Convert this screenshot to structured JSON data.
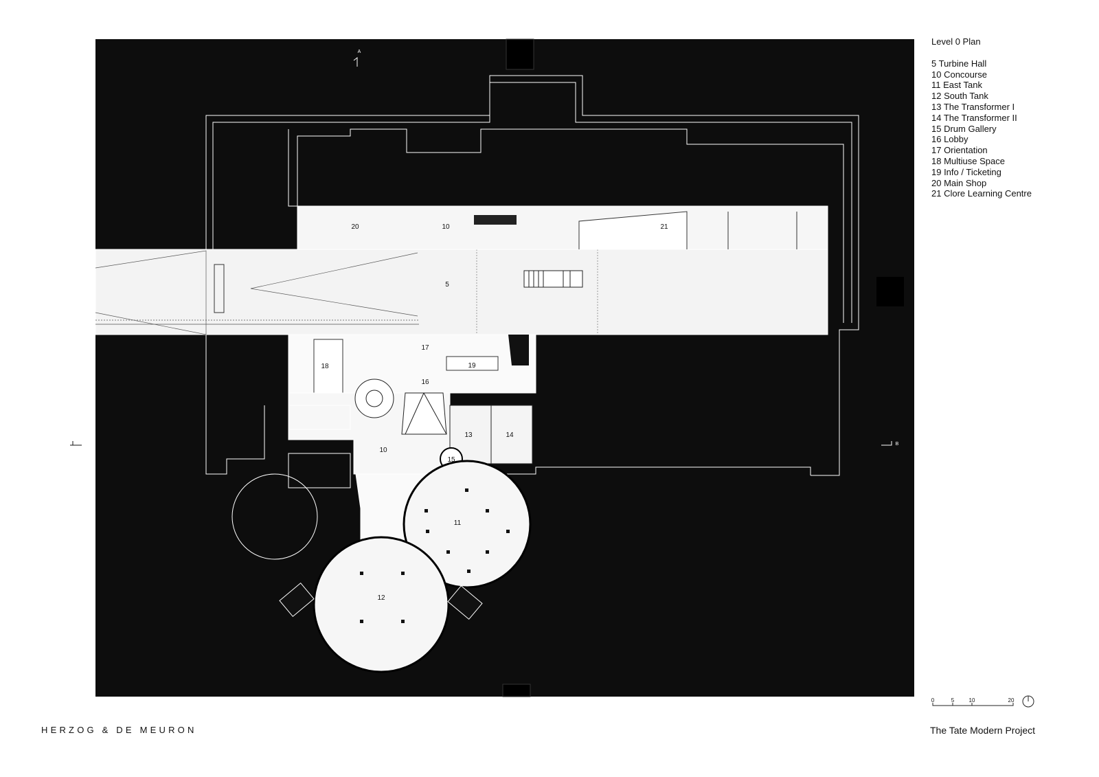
{
  "legend": {
    "title": "Level 0 Plan",
    "items": [
      "5 Turbine Hall",
      "10 Concourse",
      "11 East Tank",
      "12 South Tank",
      "13 The Transformer I",
      "14 The Transformer II",
      "15 Drum Gallery",
      "16 Lobby",
      "17 Orientation",
      "18 Multiuse Space",
      "19 Info / Ticketing",
      "20 Main Shop",
      "21 Clore Learning Centre"
    ]
  },
  "plan": {
    "section_a": "A",
    "section_b": "B",
    "room_labels": [
      "20",
      "10",
      "21",
      "5",
      "17",
      "18",
      "19",
      "16",
      "13",
      "14",
      "10",
      "15",
      "11",
      "12"
    ]
  },
  "scale": {
    "ticks": [
      "0",
      "5",
      "10",
      "20"
    ]
  },
  "footer": {
    "architect": "HERZOG & DE MEURON",
    "project": "The Tate Modern Project"
  }
}
